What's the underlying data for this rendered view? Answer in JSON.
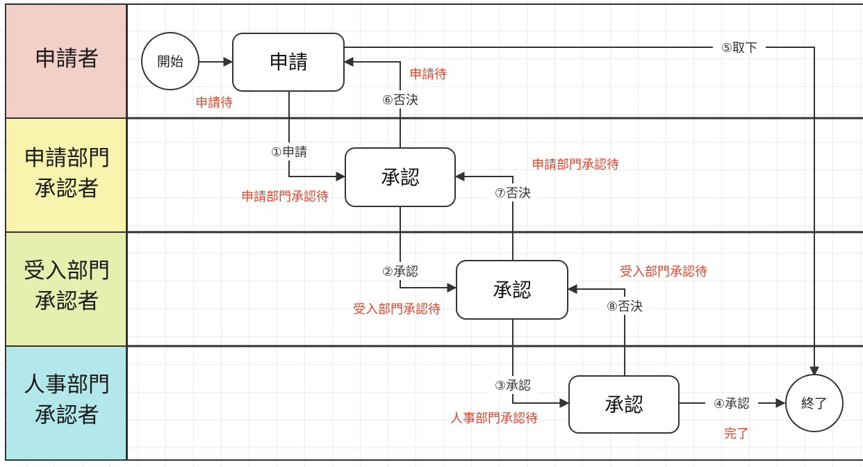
{
  "colors": {
    "lane_applicant": "#f2cfc7",
    "lane_dept": "#f8f4ad",
    "lane_receiving": "#e6efae",
    "lane_hr": "#b2e8ea",
    "status_text": "#e0452c",
    "line": "#333333"
  },
  "lanes": [
    {
      "line1": "申請者",
      "line2": ""
    },
    {
      "line1": "申請部門",
      "line2": "承認者"
    },
    {
      "line1": "受入部門",
      "line2": "承認者"
    },
    {
      "line1": "人事部門",
      "line2": "承認者"
    }
  ],
  "nodes": {
    "start": "開始",
    "apply": "申請",
    "dept_approve": "承認",
    "receiving_approve": "承認",
    "hr_approve": "承認",
    "end": "終了"
  },
  "edges": {
    "e1": "①申請",
    "e2": "②承認",
    "e3": "③承認",
    "e4": "④承認",
    "e5": "⑤取下",
    "e6": "⑥否決",
    "e7": "⑦否決",
    "e8": "⑧否決"
  },
  "statuses": {
    "s_apply_wait_left": "申請待",
    "s_apply_wait_right": "申請待",
    "s_dept_wait_left": "申請部門承認待",
    "s_dept_wait_right": "申請部門承認待",
    "s_recv_wait_left": "受入部門承認待",
    "s_recv_wait_right": "受入部門承認待",
    "s_hr_wait": "人事部門承認待",
    "s_done": "完了"
  }
}
